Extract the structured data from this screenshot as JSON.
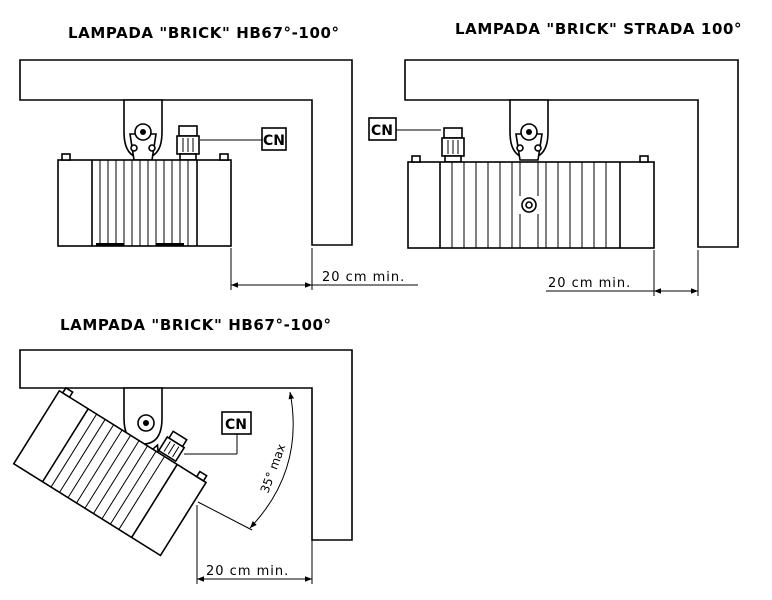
{
  "views": [
    {
      "title": "LAMPADA \"BRICK\" HB67°-100°",
      "connector_label": "CN",
      "clearance_label": "20 cm min."
    },
    {
      "title": "LAMPADA \"BRICK\" STRADA 100°",
      "connector_label": "CN",
      "clearance_label": "20 cm min."
    },
    {
      "title": "LAMPADA \"BRICK\" HB67°-100°",
      "connector_label": "CN",
      "clearance_label": "20 cm min.",
      "tilt_label": "35° max"
    }
  ]
}
